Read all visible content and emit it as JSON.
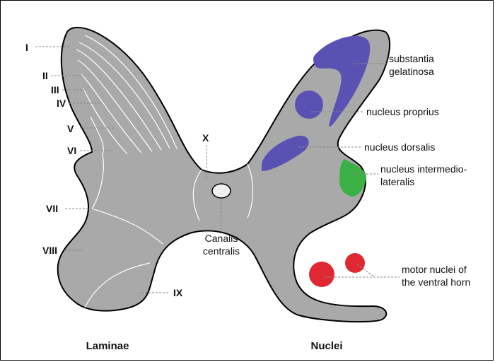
{
  "colors": {
    "gray_matter": "#a9a9a9",
    "substantia_gelatinosa": "#5a52b3",
    "nucleus_proprius": "#5a52b3",
    "nucleus_dorsalis": "#5a52b3",
    "intermediolateral": "#3bb044",
    "motor_nuclei": "#e02833",
    "canal": "#f0f0f0"
  },
  "laminae": {
    "l1": "I",
    "l2": "II",
    "l3": "III",
    "l4": "IV",
    "l5": "V",
    "l6": "VI",
    "l7": "VII",
    "l8": "VIII",
    "l9": "IX",
    "l10": "X"
  },
  "canal_label": {
    "line1": "Canalis",
    "line2": "centralis"
  },
  "nuclei": {
    "sg_line1": "substantia",
    "sg_line2": "gelatinosa",
    "proprius": "nucleus proprius",
    "dorsalis": "nucleus dorsalis",
    "iml_line1": "nucleus intermedio-",
    "iml_line2": "lateralis",
    "motor_line1": "motor nuclei of",
    "motor_line2": "the ventral horn"
  },
  "captions": {
    "left": "Laminae",
    "right": "Nuclei"
  }
}
